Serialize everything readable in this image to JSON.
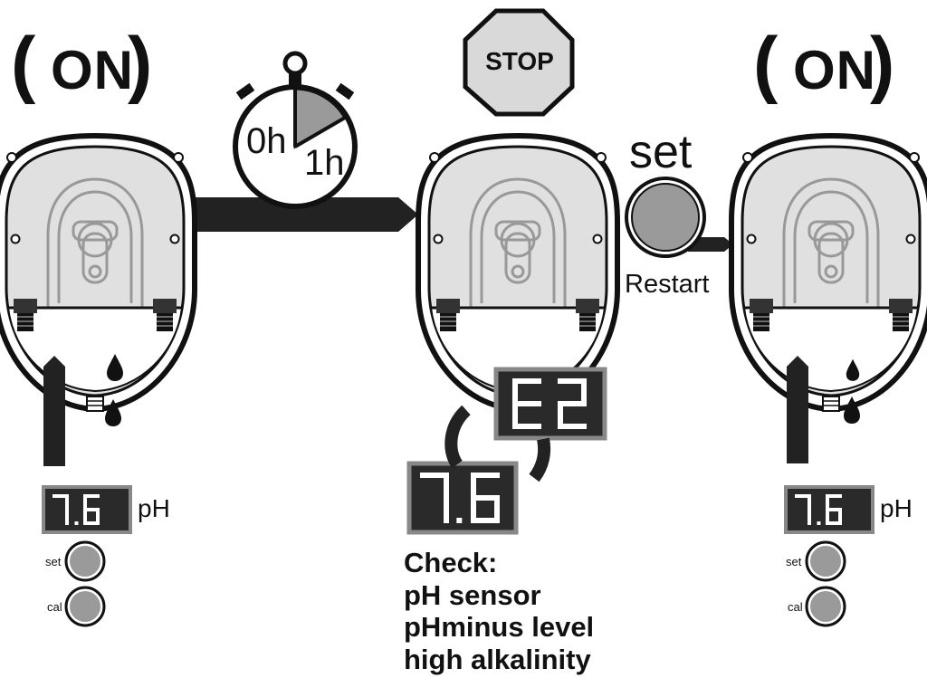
{
  "states": {
    "left": {
      "status": "ON"
    },
    "middle": {
      "status": "STOP"
    },
    "right": {
      "status": "ON"
    }
  },
  "timer": {
    "start": "0h",
    "end": "1h"
  },
  "restart": {
    "button_label": "set",
    "caption": "Restart"
  },
  "display": {
    "value": "7.6",
    "unit": "pH",
    "error_code": "E2"
  },
  "controls": {
    "set_label": "set",
    "cal_label": "cal"
  },
  "check": {
    "heading": "Check:",
    "items": [
      "pH sensor",
      "pHminus level",
      "high alkalinity"
    ]
  },
  "colors": {
    "ink": "#111111",
    "pump_fill": "#e0e0e0",
    "button_fill": "#9a9a9a",
    "stop_fill": "#d9d9d9",
    "display_bg": "#2a2a2a",
    "segment": "#ffffff"
  }
}
